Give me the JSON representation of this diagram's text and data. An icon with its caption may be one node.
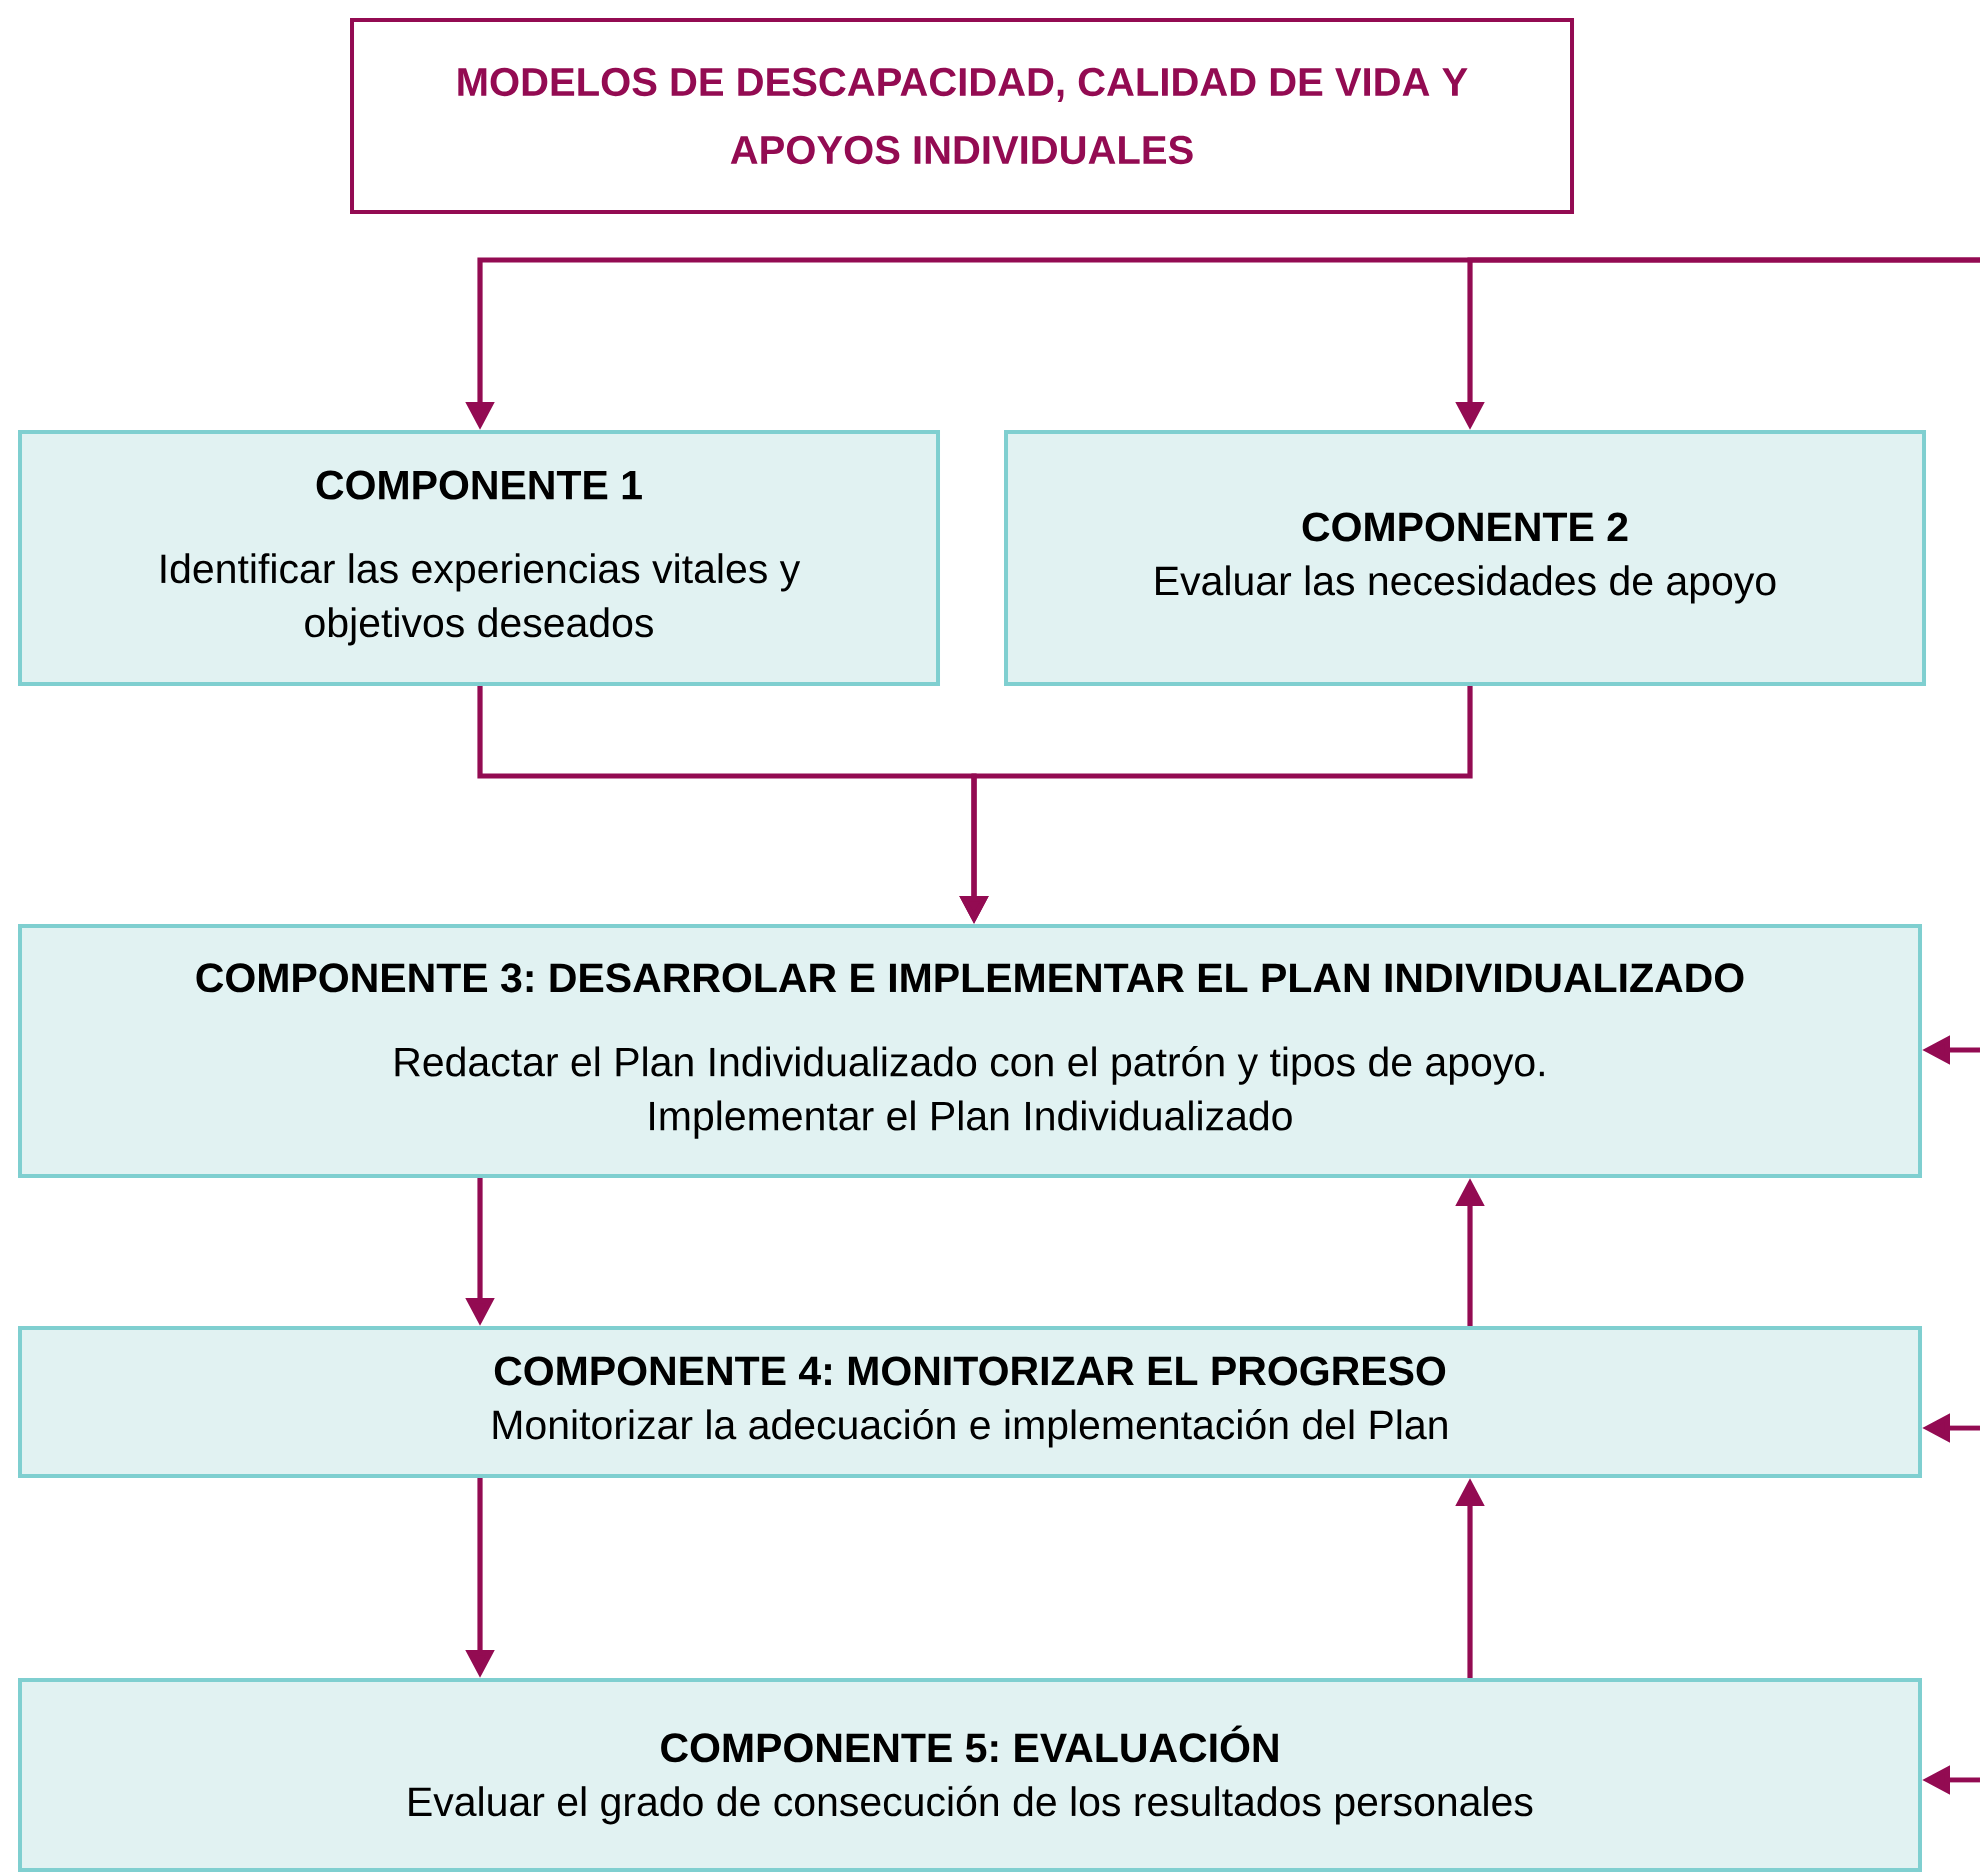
{
  "diagram": {
    "nodes": [
      {
        "text": [
          "MODELOS DE DESCAPACIDAD, CALIDAD DE VIDA Y APOYOS INDIVIDUALES"
        ]
      },
      {
        "text": [
          "COMPONENTE 1",
          "Identificar las experiencias vitales y objetivos deseados"
        ]
      },
      {
        "text": [
          "COMPONENTE 2",
          "Evaluar las necesidades de apoyo"
        ]
      },
      {
        "text": [
          "COMPONENTE 3: DESARROLAR E IMPLEMENTAR EL PLAN INDIVIDUALIZADO",
          "Redactar el Plan Individualizado con el patrón y tipos de apoyo. Implementar el Plan Individualizado"
        ]
      },
      {
        "text": [
          "COMPONENTE 4: MONITORIZAR EL PROGRESO",
          "Monitorizar la adecuación e implementación del Plan"
        ]
      },
      {
        "text": [
          "COMPONENTE 5: EVALUACIÓN",
          "Evaluar el grado de consecución de los resultados personales"
        ]
      }
    ],
    "edges": [
      {
        "from": null,
        "to": 1,
        "arrow": "to"
      },
      {
        "from": null,
        "to": 2,
        "arrow": "to"
      },
      {
        "from": 1,
        "to": 3,
        "arrow": "to"
      },
      {
        "from": 2,
        "to": 3,
        "arrow": "to"
      },
      {
        "from": 3,
        "to": 4,
        "arrow": "to"
      },
      {
        "from": 4,
        "to": 3,
        "arrow": "to"
      },
      {
        "from": 4,
        "to": 5,
        "arrow": "to"
      },
      {
        "from": 5,
        "to": 4,
        "arrow": "to"
      },
      {
        "from": null,
        "to": 3,
        "arrow": "to"
      },
      {
        "from": null,
        "to": 4,
        "arrow": "to"
      },
      {
        "from": null,
        "to": 5,
        "arrow": "to"
      }
    ]
  }
}
